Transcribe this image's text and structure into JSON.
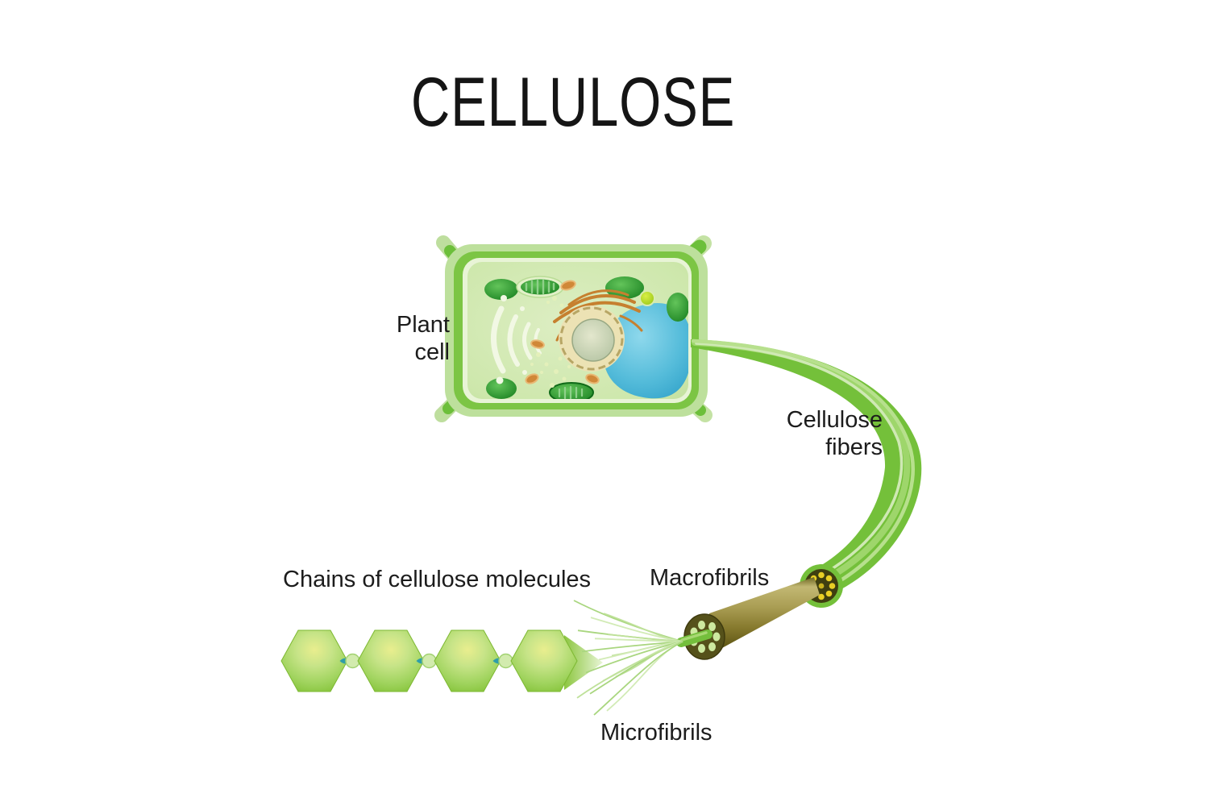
{
  "title": "CELLULOSE",
  "labels": {
    "plant_cell": {
      "line1": "Plant",
      "line2": "cell"
    },
    "cellulose_fibers": {
      "line1": "Cellulose",
      "line2": "fibers"
    },
    "macrofibrils": "Macrofibrils",
    "chains_of_cellulose_molecules": "Chains of cellulose molecules",
    "microfibrils": "Microfibrils"
  },
  "diagram": {
    "type": "scientific-illustration",
    "subject": "Structure of cellulose: plant cell, cellulose fibers, macrofibrils, microfibrils, chains of cellulose molecules",
    "chain": {
      "molecule_count": 4,
      "connector_count": 3,
      "microfibril_line_count": 16
    },
    "colors": {
      "background": "#ffffff",
      "title_text": "#151515",
      "label_text": "#1c1c1c",
      "fiber_green": "#74c03a",
      "fiber_highlight": "#cfe9b4",
      "cell_wall_light": "#bfe0a0",
      "cell_wall_dark": "#76c43e",
      "cell_interior": "#d8ecbc",
      "vacuole_blue": "#3fafd3",
      "nucleus_ring": "#ece2b4",
      "nucleolus": "#c2cdb0",
      "golgi_orange": "#c6802f",
      "chloroplast_green": "#1f8a24",
      "mitochondria_orange": "#d08838",
      "cone_olive": "#8a7c33",
      "cross_section_dark": "#3f3f10",
      "cross_section_dots_yellow": "#e9cf25",
      "cross_section_dots_green": "#cde9a0",
      "hexagon_edge": "#86c43b",
      "hexagon_center": "#e6ec8e",
      "connector_teal": "#2f9daa"
    }
  }
}
